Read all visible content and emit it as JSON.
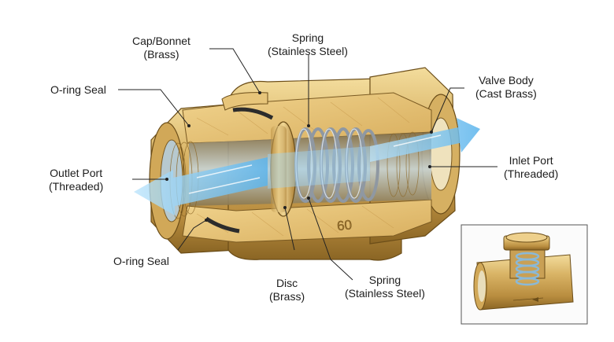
{
  "labels": {
    "cap_bonnet": {
      "line1": "Cap/Bonnet",
      "line2": "(Brass)"
    },
    "spring_top": {
      "line1": "Spring",
      "line2": "(Stainless Steel)"
    },
    "valve_body": {
      "line1": "Valve Body",
      "line2": "(Cast Brass)"
    },
    "oring_top": {
      "line1": "O-ring Seal"
    },
    "outlet_port": {
      "line1": "Outlet Port",
      "line2": "(Threaded)"
    },
    "inlet_port": {
      "line1": "Inlet Port",
      "line2": "(Threaded)"
    },
    "oring_bottom": {
      "line1": "O-ring Seal"
    },
    "disc": {
      "line1": "Disc",
      "line2": "(Brass)"
    },
    "spring_bottom": {
      "line1": "Spring",
      "line2": "(Stainless Steel)"
    }
  },
  "body_marking": "60",
  "colors": {
    "brass_light": "#e8c87e",
    "brass_mid": "#c9a055",
    "brass_dark": "#8a6524",
    "flow_blue": "#7cc6f0",
    "spring_steel": "#9aa3ad",
    "leader": "#222222"
  }
}
